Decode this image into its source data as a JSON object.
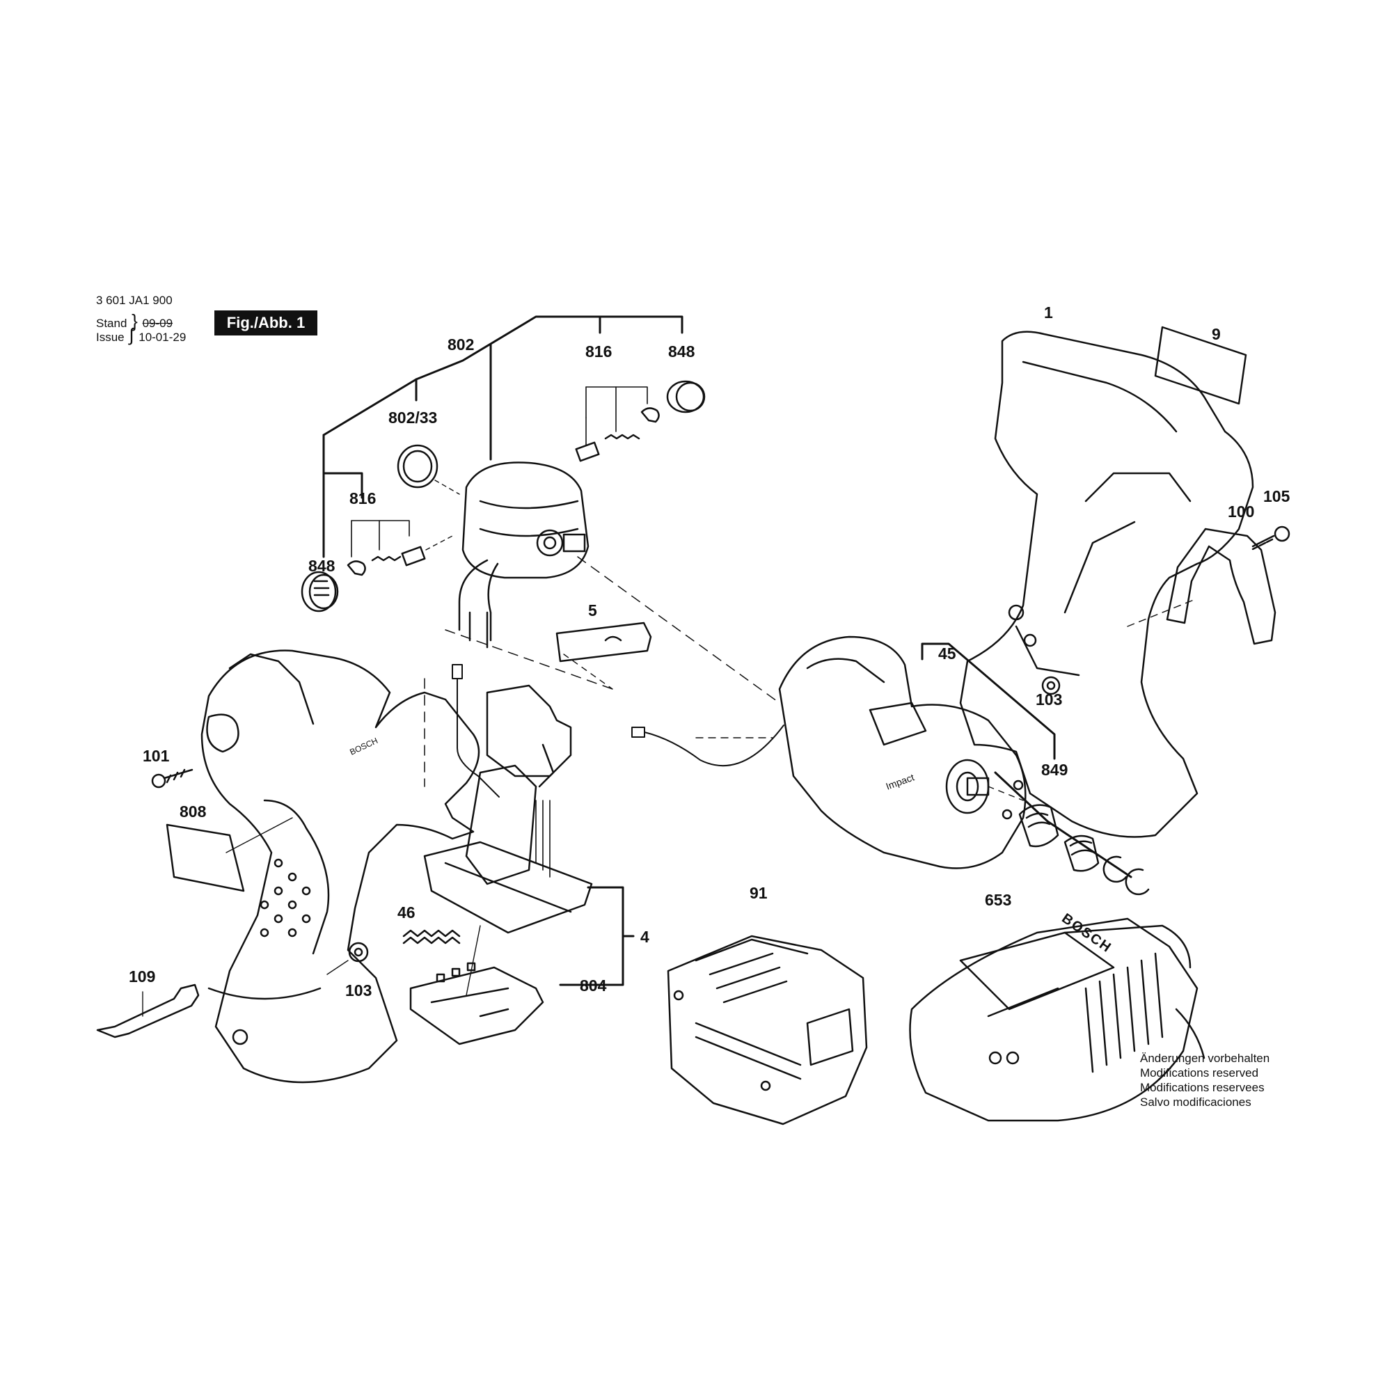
{
  "header": {
    "doc_number": "3 601 JA1 900",
    "stand_label": "Stand",
    "stand_date": "09-09",
    "issue_label": "Issue",
    "issue_date": "10-01-29",
    "figure_badge": "Fig./Abb. 1"
  },
  "part_labels": [
    {
      "id": "p802",
      "text": "802"
    },
    {
      "id": "p816a",
      "text": "816"
    },
    {
      "id": "p848a",
      "text": "848"
    },
    {
      "id": "p802_33",
      "text": "802/33"
    },
    {
      "id": "p816b",
      "text": "816"
    },
    {
      "id": "p848b",
      "text": "848"
    },
    {
      "id": "p1",
      "text": "1"
    },
    {
      "id": "p9",
      "text": "9"
    },
    {
      "id": "p105",
      "text": "105"
    },
    {
      "id": "p100",
      "text": "100"
    },
    {
      "id": "p5",
      "text": "5"
    },
    {
      "id": "p45",
      "text": "45"
    },
    {
      "id": "p103a",
      "text": "103"
    },
    {
      "id": "p101",
      "text": "101"
    },
    {
      "id": "p849",
      "text": "849"
    },
    {
      "id": "p808",
      "text": "808"
    },
    {
      "id": "p91",
      "text": "91"
    },
    {
      "id": "p653",
      "text": "653"
    },
    {
      "id": "p46",
      "text": "46"
    },
    {
      "id": "p4",
      "text": "4"
    },
    {
      "id": "p103b",
      "text": "103"
    },
    {
      "id": "p804",
      "text": "804"
    },
    {
      "id": "p109",
      "text": "109"
    }
  ],
  "charger_brand": "BOSCH",
  "notice": [
    "Änderungen vorbehalten",
    "Modifications reserved",
    "Modifications reservees",
    "Salvo modificaciones"
  ]
}
